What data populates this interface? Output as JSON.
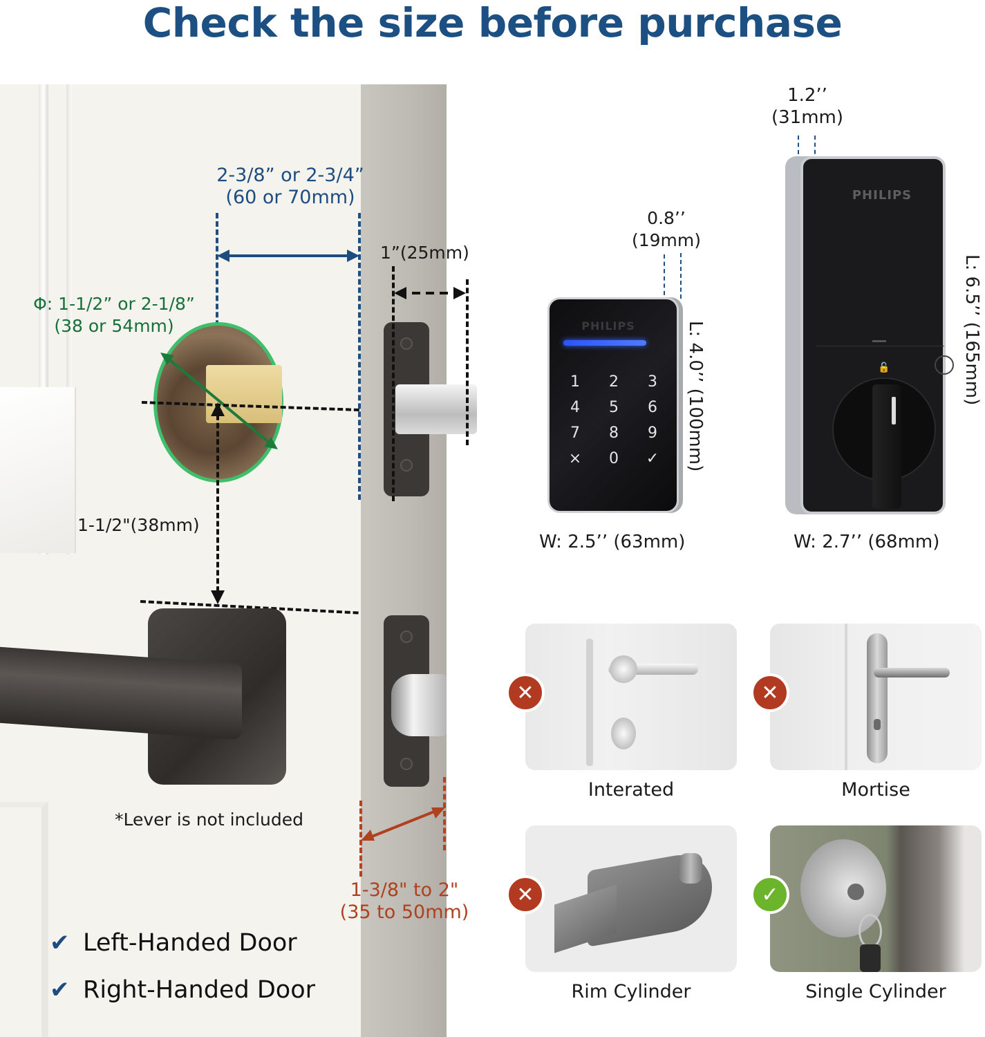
{
  "title": "Check the size before purchase",
  "colors": {
    "title": "#1c4f82",
    "backset": "#1d4d80",
    "bore": "#15703a",
    "door_thickness": "#b0401e",
    "not_compatible": "#b23a20",
    "compatible": "#6cb42c"
  },
  "door_diagram": {
    "backset": {
      "line1": "2-3/8” or 2-3/4”",
      "line2": "(60 or 70mm)"
    },
    "bore_diameter": {
      "line1": "Φ: 1-1/2” or 2-1/8”",
      "line2": "(38 or 54mm)"
    },
    "bolt_throw": "1”(25mm)",
    "bore_to_lever": "1-1/2\"(38mm)",
    "door_thickness": {
      "line1": "1-3/8\" to 2\"",
      "line2": "(35 to 50mm)"
    },
    "lever_note": "*Lever is not included"
  },
  "handedness": [
    {
      "icon": "checkmark-icon",
      "label": "Left-Handed Door"
    },
    {
      "icon": "checkmark-icon",
      "label": "Right-Handed Door"
    }
  ],
  "exterior_keypad": {
    "brand": "PHILIPS",
    "depth": {
      "line1": "0.8’’",
      "line2": "(19mm)"
    },
    "length": "L: 4.0’’ (100mm)",
    "width": "W: 2.5’’ (63mm)",
    "keys": [
      "1",
      "2",
      "3",
      "4",
      "5",
      "6",
      "7",
      "8",
      "9",
      "×",
      "0",
      "✓"
    ]
  },
  "interior_unit": {
    "brand": "PHILIPS",
    "depth": {
      "line1": "1.2’’",
      "line2": "(31mm)"
    },
    "length": "L: 6.5’’ (165mm)",
    "width": "W: 2.7’’ (68mm)",
    "unlock_symbol": "🔓"
  },
  "lock_types": [
    {
      "label": "Interated",
      "compatible": false,
      "badge": "✕"
    },
    {
      "label": "Mortise",
      "compatible": false,
      "badge": "✕"
    },
    {
      "label": "Rim Cylinder",
      "compatible": false,
      "badge": "✕"
    },
    {
      "label": "Single Cylinder",
      "compatible": true,
      "badge": "✓"
    }
  ]
}
